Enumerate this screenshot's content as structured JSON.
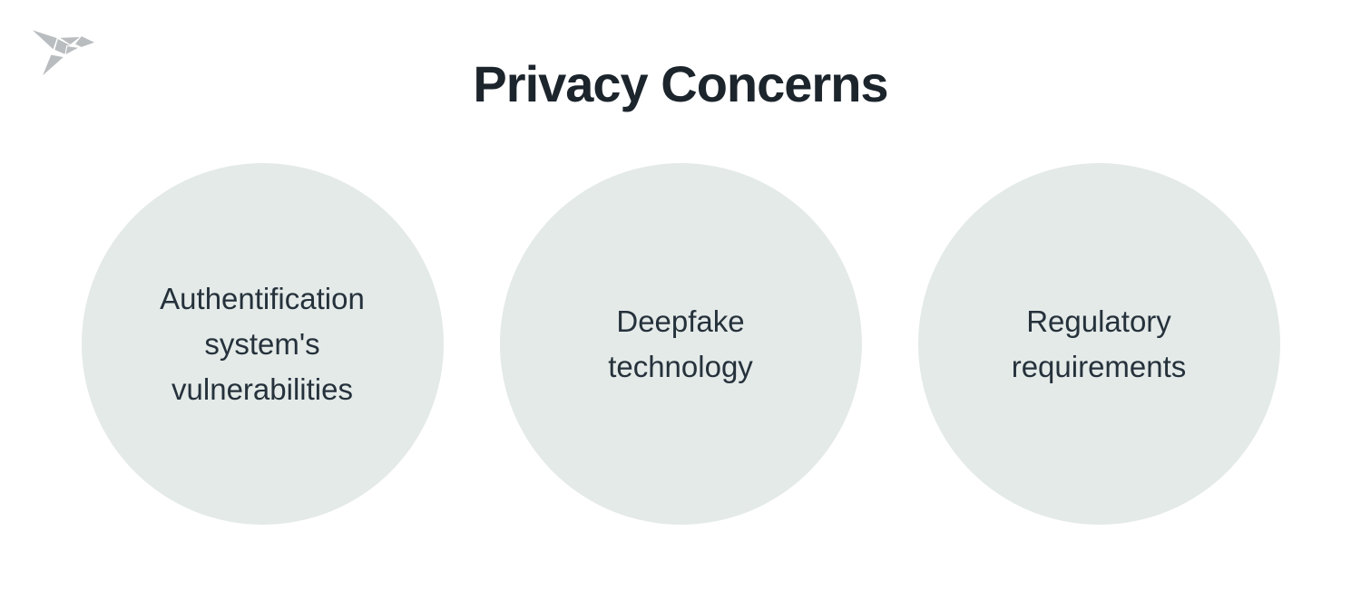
{
  "title": {
    "text": "Privacy Concerns",
    "color": "#1c242c"
  },
  "logo": {
    "name": "origami-bird-logo",
    "color": "#b9bdc0"
  },
  "circles": {
    "fill_color": "#e4eae8",
    "text_color": "#25313b",
    "items": [
      {
        "label": "Authentification system's vulnerabilities"
      },
      {
        "label": "Deepfake technology"
      },
      {
        "label": "Regulatory requirements"
      }
    ]
  }
}
